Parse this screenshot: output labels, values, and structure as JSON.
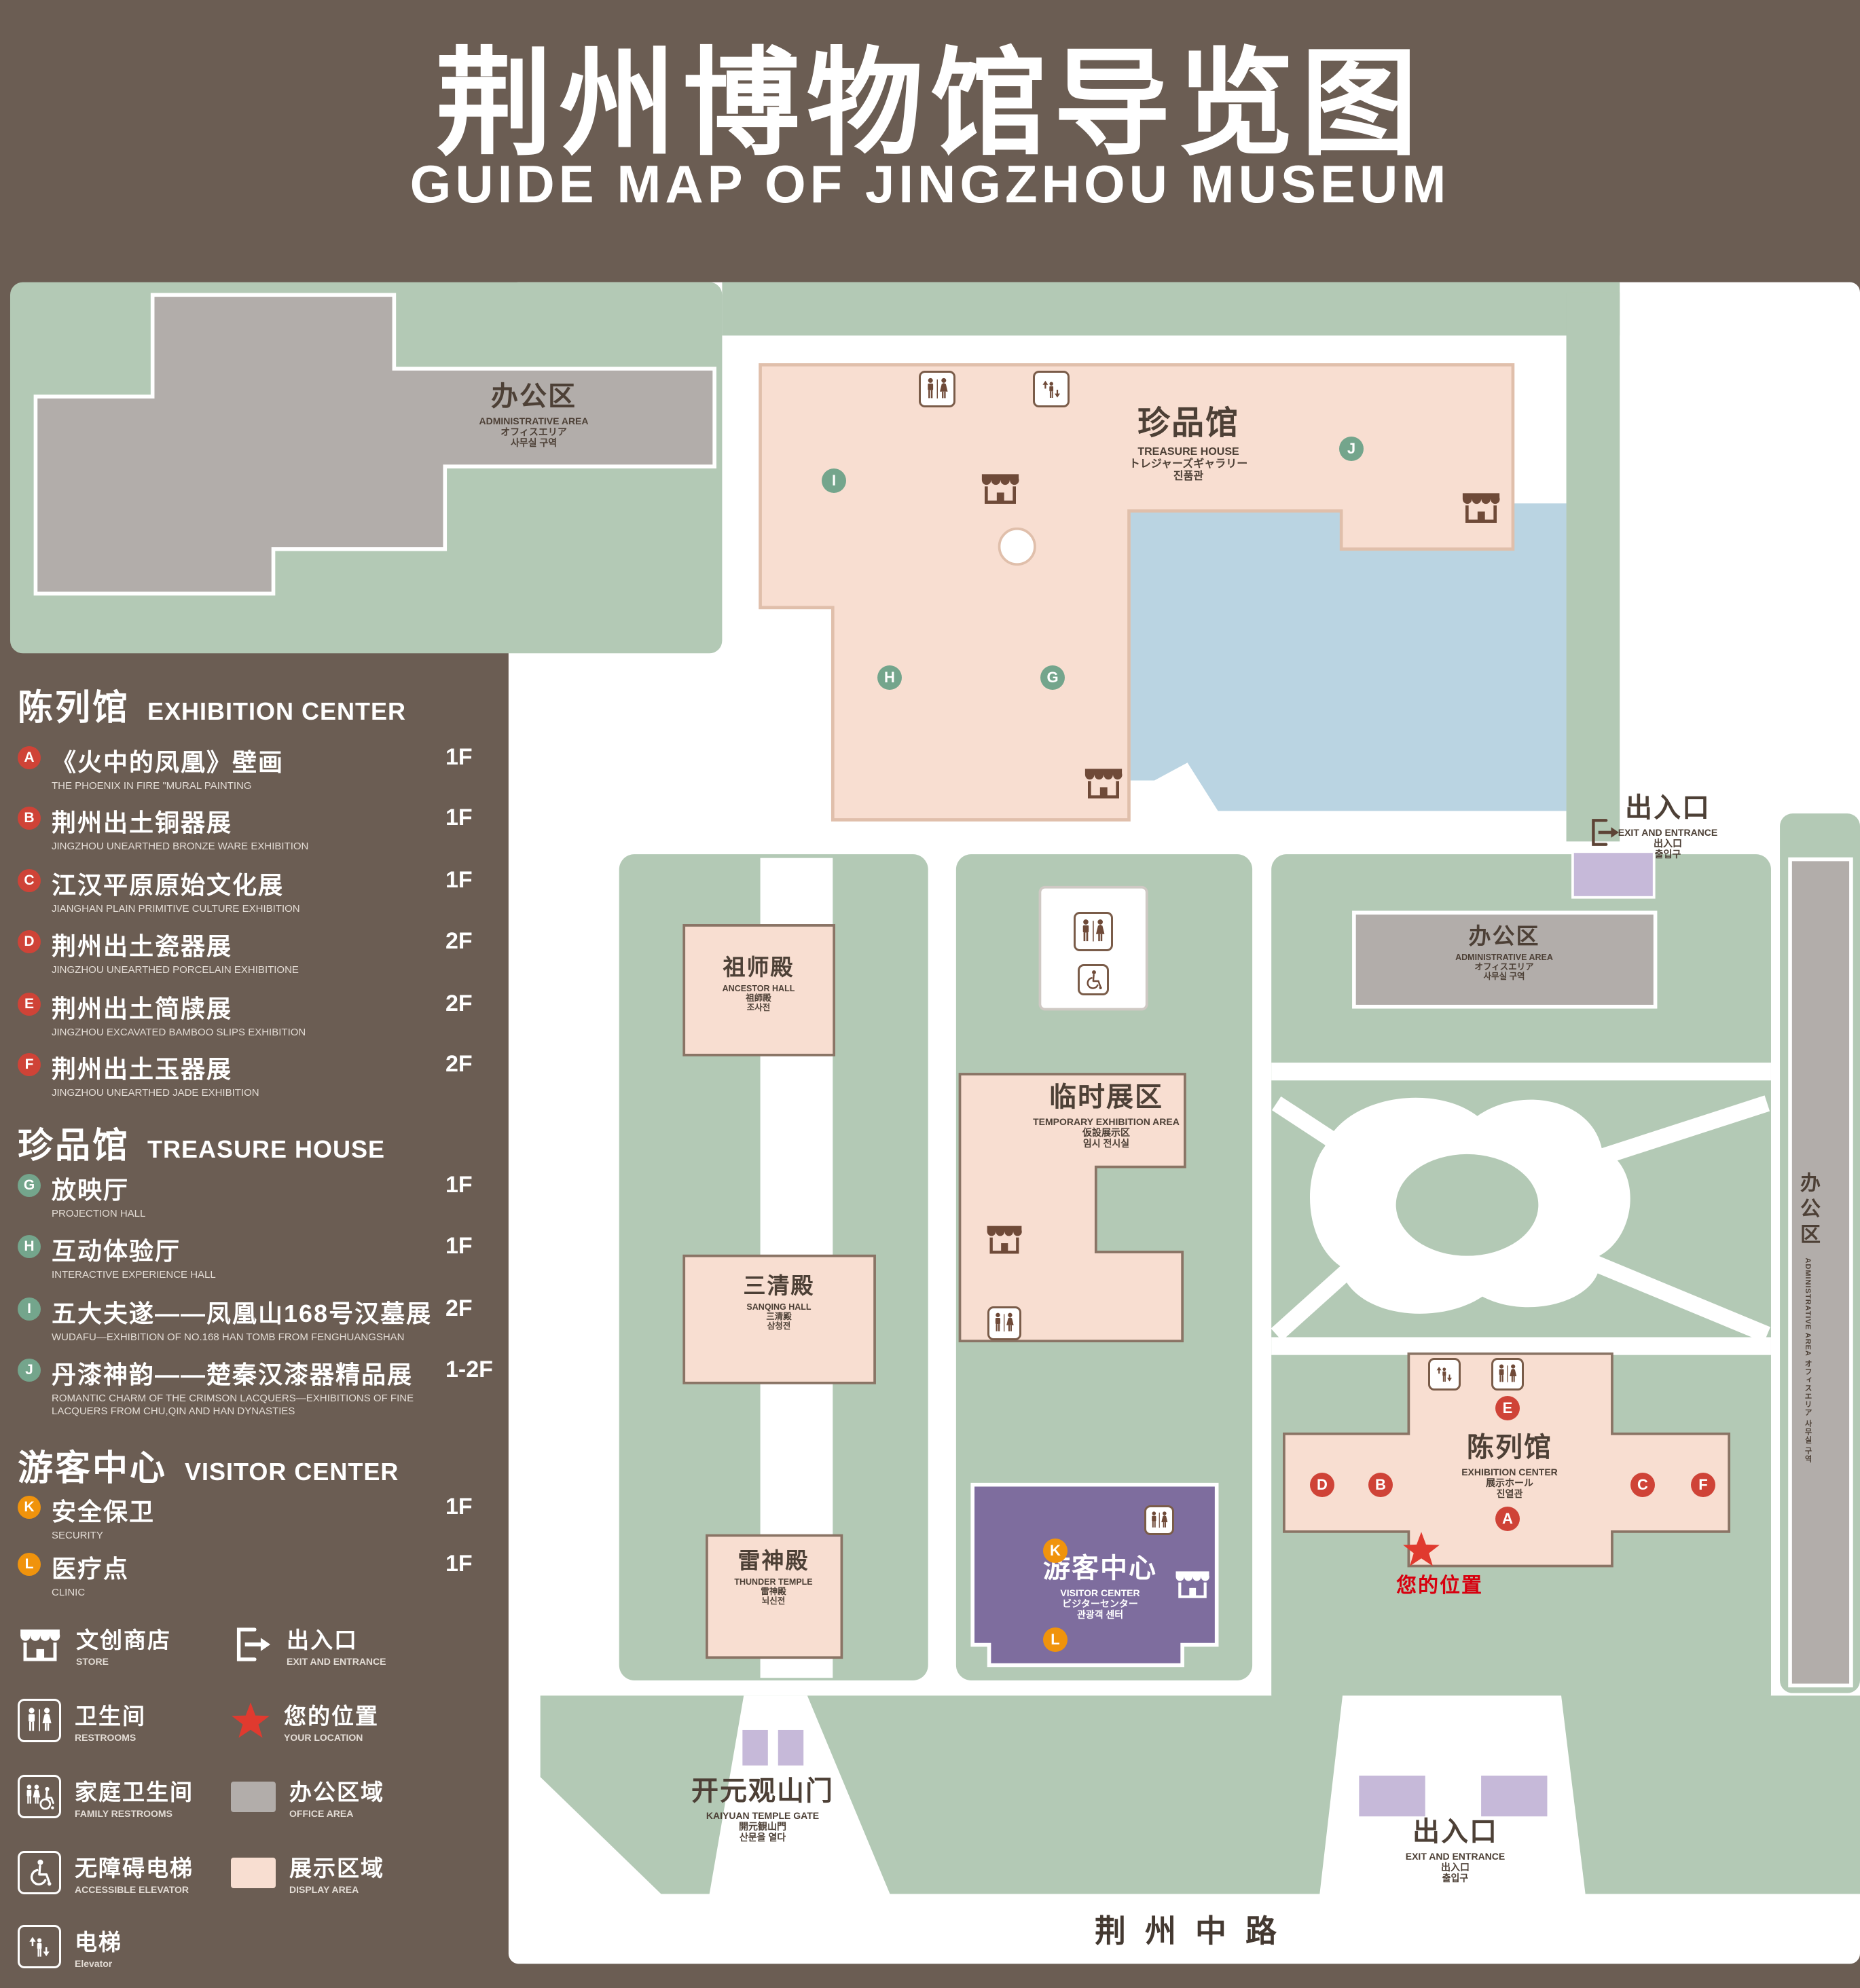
{
  "header": {
    "title_zh": "荆州博物馆导览图",
    "title_en": "GUIDE MAP OF JINGZHOU MUSEUM"
  },
  "colors": {
    "background": "#6b5d53",
    "grounds_green": "#b3c9b5",
    "display_area_pink": "#f8ded1",
    "office_area_gray": "#b2adaa",
    "lake_blue": "#bad4e2",
    "visitor_center_purple": "#7e6d9e",
    "gate_purple": "#c6b9d9",
    "marker_red": "#cf4337",
    "marker_green": "#74a58c",
    "marker_orange": "#f0930c",
    "location_red": "#d7000f"
  },
  "sidebar": {
    "exhibition": {
      "zh": "陈列馆",
      "en": "EXHIBITION CENTER",
      "items": [
        {
          "letter": "A",
          "zh": "《火中的凤凰》壁画",
          "en": "THE PHOENIX IN FIRE \"MURAL PAINTING",
          "floor": "1F"
        },
        {
          "letter": "B",
          "zh": "荆州出土铜器展",
          "en": "JINGZHOU UNEARTHED BRONZE WARE EXHIBITION",
          "floor": "1F"
        },
        {
          "letter": "C",
          "zh": "江汉平原原始文化展",
          "en": "JIANGHAN PLAIN PRIMITIVE CULTURE EXHIBITION",
          "floor": "1F"
        },
        {
          "letter": "D",
          "zh": "荆州出土瓷器展",
          "en": "JINGZHOU UNEARTHED PORCELAIN EXHIBITIONE",
          "floor": "2F"
        },
        {
          "letter": "E",
          "zh": "荆州出土简牍展",
          "en": "JINGZHOU EXCAVATED BAMBOO SLIPS EXHIBITION",
          "floor": "2F"
        },
        {
          "letter": "F",
          "zh": "荆州出土玉器展",
          "en": "JINGZHOU UNEARTHED JADE EXHIBITION",
          "floor": "2F"
        }
      ]
    },
    "treasure": {
      "zh": "珍品馆",
      "en": "TREASURE HOUSE",
      "items": [
        {
          "letter": "G",
          "zh": "放映厅",
          "en": "PROJECTION HALL",
          "floor": "1F"
        },
        {
          "letter": "H",
          "zh": "互动体验厅",
          "en": "INTERACTIVE EXPERIENCE HALL",
          "floor": "1F"
        },
        {
          "letter": "I",
          "zh": "五大夫遂——凤凰山168号汉墓展",
          "en": "WUDAFU—EXHIBITION OF NO.168 HAN TOMB FROM FENGHUANGSHAN",
          "floor": "2F"
        },
        {
          "letter": "J",
          "zh": "丹漆神韵——楚秦汉漆器精品展",
          "en": "ROMANTIC CHARM OF THE CRIMSON LACQUERS—EXHIBITIONS OF FINE LACQUERS FROM CHU,QIN AND HAN DYNASTIES",
          "floor": "1-2F"
        }
      ]
    },
    "visitor": {
      "zh": "游客中心",
      "en": "VISITOR CENTER",
      "items": [
        {
          "letter": "K",
          "zh": "安全保卫",
          "en": "SECURITY",
          "floor": "1F"
        },
        {
          "letter": "L",
          "zh": "医疗点",
          "en": "CLINIC",
          "floor": "1F"
        }
      ]
    }
  },
  "legend": {
    "store": {
      "zh": "文创商店",
      "en": "STORE"
    },
    "exit": {
      "zh": "出入口",
      "en": "EXIT AND ENTRANCE"
    },
    "restroom": {
      "zh": "卫生间",
      "en": "RESTROOMS"
    },
    "location": {
      "zh": "您的位置",
      "en": "YOUR LOCATION"
    },
    "family": {
      "zh": "家庭卫生间",
      "en": "FAMILY RESTROOMS"
    },
    "office": {
      "zh": "办公区域",
      "en": "OFFICE AREA"
    },
    "accessible": {
      "zh": "无障碍电梯",
      "en": "ACCESSIBLE ELEVATOR"
    },
    "display": {
      "zh": "展示区域",
      "en": "DISPLAY AREA"
    },
    "elevator": {
      "zh": "电梯",
      "en": "Elevator"
    }
  },
  "map": {
    "admin": {
      "zh": "办公区",
      "en": "ADMINISTRATIVE AREA",
      "jp": "オフィスエリア",
      "kr": "사무실 구역"
    },
    "treasure": {
      "zh": "珍品馆",
      "en": "TREASURE HOUSE",
      "jp": "トレジャーズギャラリー",
      "kr": "진품관"
    },
    "ancestor": {
      "zh": "祖师殿",
      "en": "ANCESTOR HALL",
      "jp": "祖師殿",
      "kr": "조사전"
    },
    "temporary": {
      "zh": "临时展区",
      "en": "TEMPORARY EXHIBITION AREA",
      "jp": "仮設展示区",
      "kr": "임시 전시실"
    },
    "sanqing": {
      "zh": "三清殿",
      "en": "SANQING HALL",
      "jp": "三清殿",
      "kr": "삼청전"
    },
    "thunder": {
      "zh": "雷神殿",
      "en": "THUNDER TEMPLE",
      "jp": "雷神殿",
      "kr": "뇌신전"
    },
    "visitor": {
      "zh": "游客中心",
      "en": "VISITOR CENTER",
      "jp": "ビジターセンター",
      "kr": "관광객 센터"
    },
    "exhibition": {
      "zh": "陈列馆",
      "en": "EXHIBITION CENTER",
      "jp": "展示ホール",
      "kr": "진열관"
    },
    "exit": {
      "zh": "出入口",
      "en": "EXIT AND ENTRANCE",
      "jp": "出入口",
      "kr": "출입구"
    },
    "gate": {
      "zh": "开元观山门",
      "en": "KAIYUAN TEMPLE GATE",
      "jp": "開元観山門",
      "kr": "산문을 열다"
    },
    "road": {
      "zh": "荆州中路"
    },
    "your_location": {
      "zh": "您的位置"
    }
  }
}
